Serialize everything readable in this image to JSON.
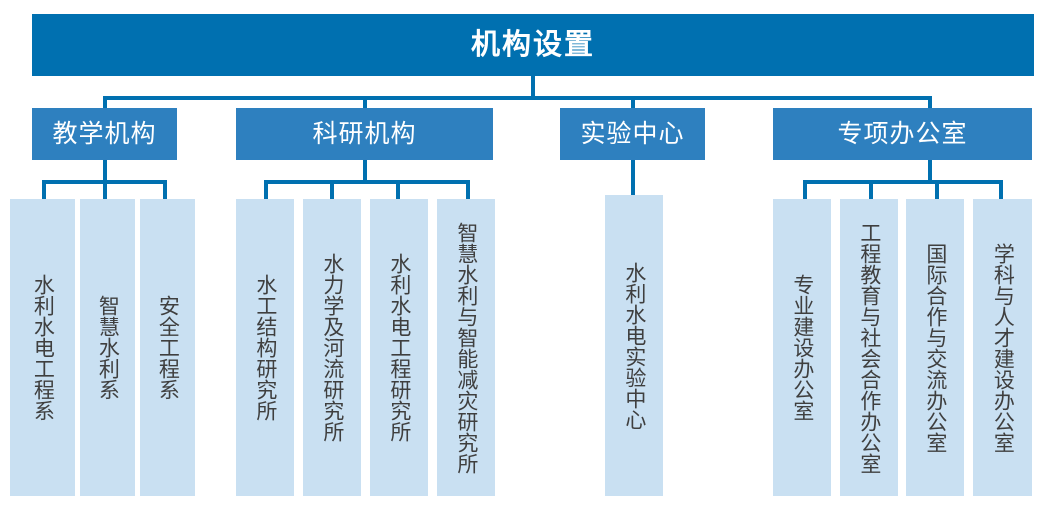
{
  "chart_data": {
    "type": "diagram",
    "title": "机构设置",
    "layout": "top-down-org-chart",
    "levels": 3,
    "colors": {
      "root_fill": "#0070b0",
      "level2_fill": "#2e80bf",
      "leaf_fill": "#c9e0f2",
      "connector": "#0070b0",
      "root_text": "#ffffff",
      "level2_text": "#ffffff",
      "leaf_text": "#3f3f3f",
      "background": "#ffffff"
    }
  },
  "root": {
    "label": "机构设置"
  },
  "groups": [
    {
      "id": "teaching",
      "label": "教学机构",
      "children": [
        {
          "label": "水利水电工程系"
        },
        {
          "label": "智慧水利系"
        },
        {
          "label": "安全工程系"
        }
      ]
    },
    {
      "id": "research",
      "label": "科研机构",
      "children": [
        {
          "label": "水工结构研究所"
        },
        {
          "label": "水力学及河流研究所"
        },
        {
          "label": "水利水电工程研究所"
        },
        {
          "label": "智慧水利与智能减灾研究所"
        }
      ]
    },
    {
      "id": "lab",
      "label": "实验中心",
      "children": [
        {
          "label": "水利水电实验中心"
        }
      ]
    },
    {
      "id": "offices",
      "label": "专项办公室",
      "children": [
        {
          "label": "专业建设办公室"
        },
        {
          "label": "工程教育与社会合作办公室"
        },
        {
          "label": "国际合作与交流办公室"
        },
        {
          "label": "学科与人才建设办公室"
        }
      ]
    }
  ]
}
